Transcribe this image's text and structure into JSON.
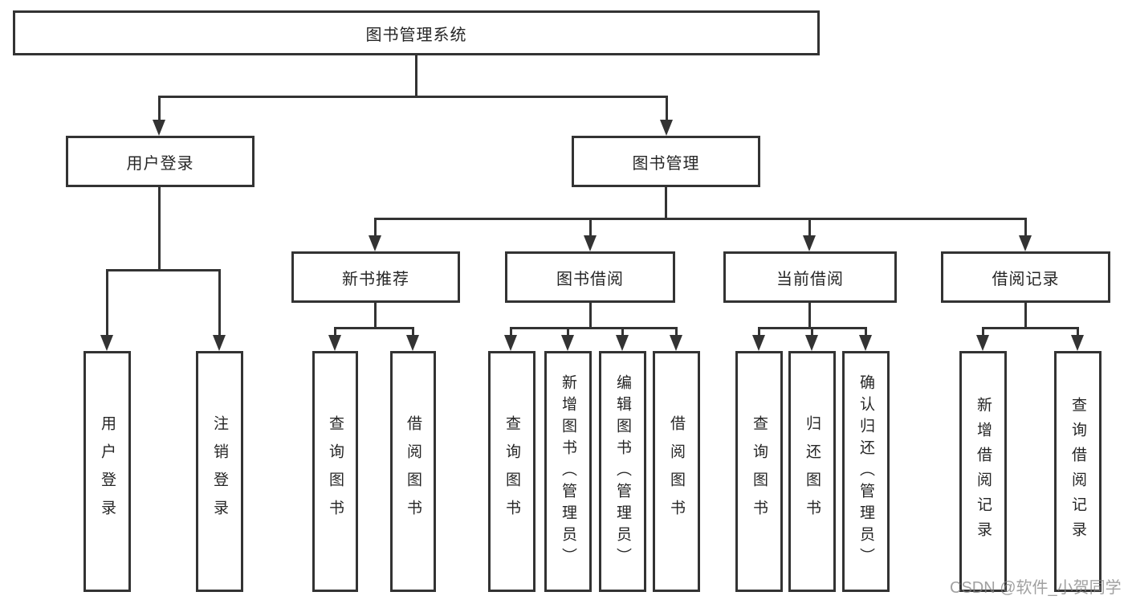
{
  "diagram": {
    "title": "图书管理系统",
    "type": "hierarchy-tree",
    "colors": {
      "line": "#333333",
      "text": "#262626",
      "background": "#ffffff",
      "watermark": "#828282"
    },
    "nodes": {
      "root": {
        "label": "图书管理系统"
      },
      "user_login": {
        "label": "用户登录"
      },
      "book_mgmt": {
        "label": "图书管理"
      },
      "new_book_rec": {
        "label": "新书推荐"
      },
      "book_borrow": {
        "label": "图书借阅"
      },
      "current_borrow": {
        "label": "当前借阅"
      },
      "borrow_records": {
        "label": "借阅记录"
      },
      "ul_login": {
        "label": "用户登录"
      },
      "ul_logout": {
        "label": "注销登录"
      },
      "nb_query": {
        "label": "查询图书"
      },
      "nb_borrow": {
        "label": "借阅图书"
      },
      "bb_query": {
        "label": "查询图书"
      },
      "bb_add": {
        "label": "新增图书（管理员）"
      },
      "bb_edit": {
        "label": "编辑图书（管理员）"
      },
      "bb_borrow": {
        "label": "借阅图书"
      },
      "cb_query": {
        "label": "查询图书"
      },
      "cb_return": {
        "label": "归还图书"
      },
      "cb_confirm": {
        "label": "确认归还（管理员）"
      },
      "br_add": {
        "label": "新增借阅记录"
      },
      "br_query": {
        "label": "查询借阅记录"
      }
    },
    "edges": [
      {
        "from": "root",
        "to": "user_login"
      },
      {
        "from": "root",
        "to": "book_mgmt"
      },
      {
        "from": "user_login",
        "to": "ul_login"
      },
      {
        "from": "user_login",
        "to": "ul_logout"
      },
      {
        "from": "book_mgmt",
        "to": "new_book_rec"
      },
      {
        "from": "book_mgmt",
        "to": "book_borrow"
      },
      {
        "from": "book_mgmt",
        "to": "current_borrow"
      },
      {
        "from": "book_mgmt",
        "to": "borrow_records"
      },
      {
        "from": "new_book_rec",
        "to": "nb_query"
      },
      {
        "from": "new_book_rec",
        "to": "nb_borrow"
      },
      {
        "from": "book_borrow",
        "to": "bb_query"
      },
      {
        "from": "book_borrow",
        "to": "bb_add"
      },
      {
        "from": "book_borrow",
        "to": "bb_edit"
      },
      {
        "from": "book_borrow",
        "to": "bb_borrow"
      },
      {
        "from": "current_borrow",
        "to": "cb_query"
      },
      {
        "from": "current_borrow",
        "to": "cb_return"
      },
      {
        "from": "current_borrow",
        "to": "cb_confirm"
      },
      {
        "from": "borrow_records",
        "to": "br_add"
      },
      {
        "from": "borrow_records",
        "to": "br_query"
      }
    ],
    "watermark": {
      "text": "CSDN @软件_小贺同学"
    }
  }
}
